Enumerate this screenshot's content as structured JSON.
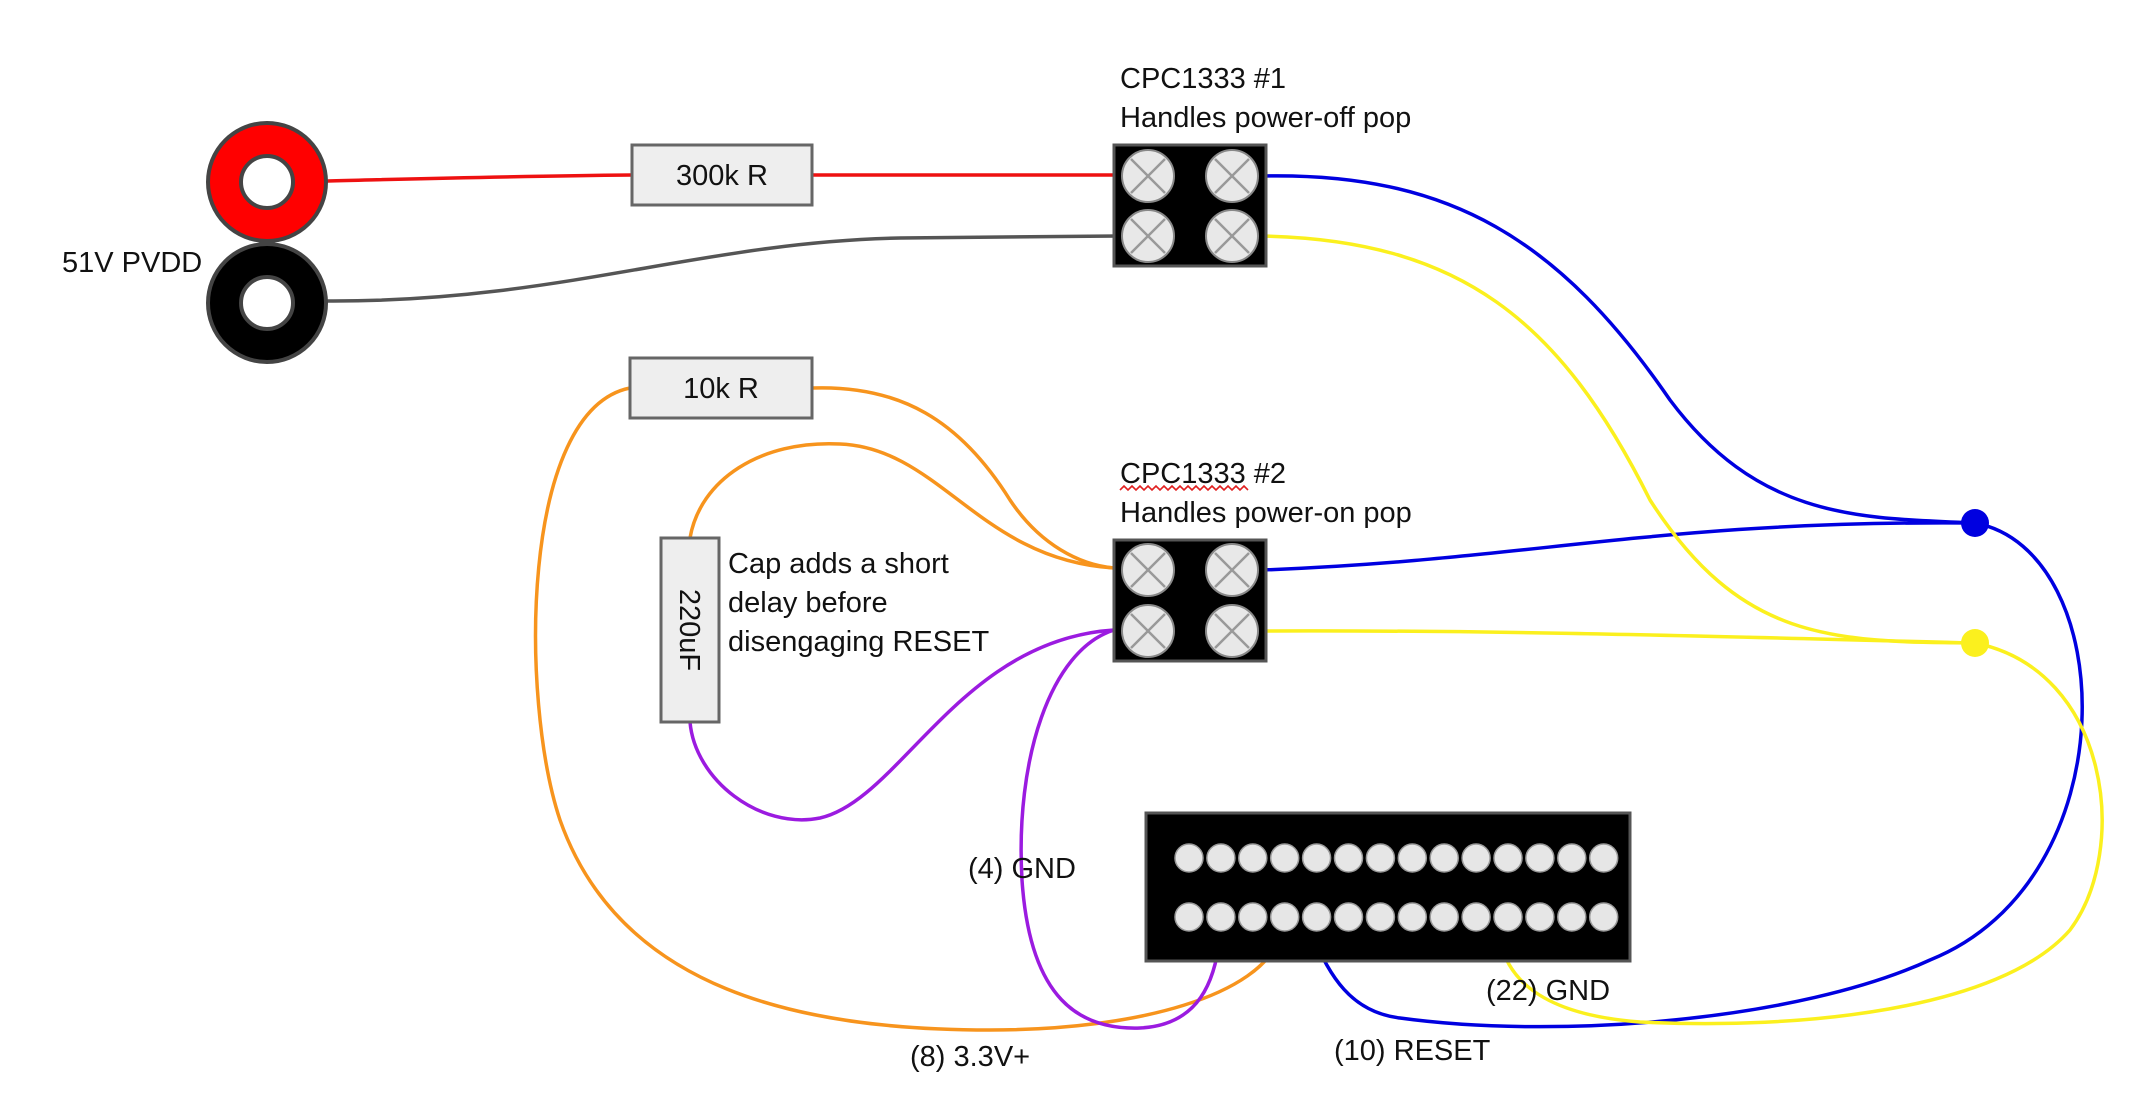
{
  "labels": {
    "pvdd": "51V PVDD",
    "resistor_300k": "300k R",
    "resistor_10k": "10k R",
    "capacitor": "220uF",
    "relay1_title": "CPC1333 #1",
    "relay1_desc": "Handles power-off pop",
    "relay2_title": "CPC1333 #2",
    "relay2_desc": "Handles power-on pop",
    "cap_note_1": "Cap adds a short",
    "cap_note_2": "delay before",
    "cap_note_3": "disengaging RESET",
    "pin_gnd_4": "(4) GND",
    "pin_33v_8": "(8) 3.3V+",
    "pin_reset_10": "(10) RESET",
    "pin_gnd_22": "(22) GND"
  },
  "colors": {
    "red_wire": "#ee1111",
    "dark_wire": "#555555",
    "orange_wire": "#f7941d",
    "purple_wire": "#9b1be0",
    "blue_wire": "#0000e0",
    "yellow_wire": "#fbf01e",
    "component_fill": "#eeeeee",
    "relay_body": "#000000",
    "terminal_red": "#ff0000",
    "terminal_black": "#000000"
  },
  "components": {
    "terminals": [
      "terminal-red",
      "terminal-black"
    ],
    "relays": [
      "relay-1",
      "relay-2"
    ],
    "header_pins_per_row": 14,
    "header_rows": 2
  }
}
